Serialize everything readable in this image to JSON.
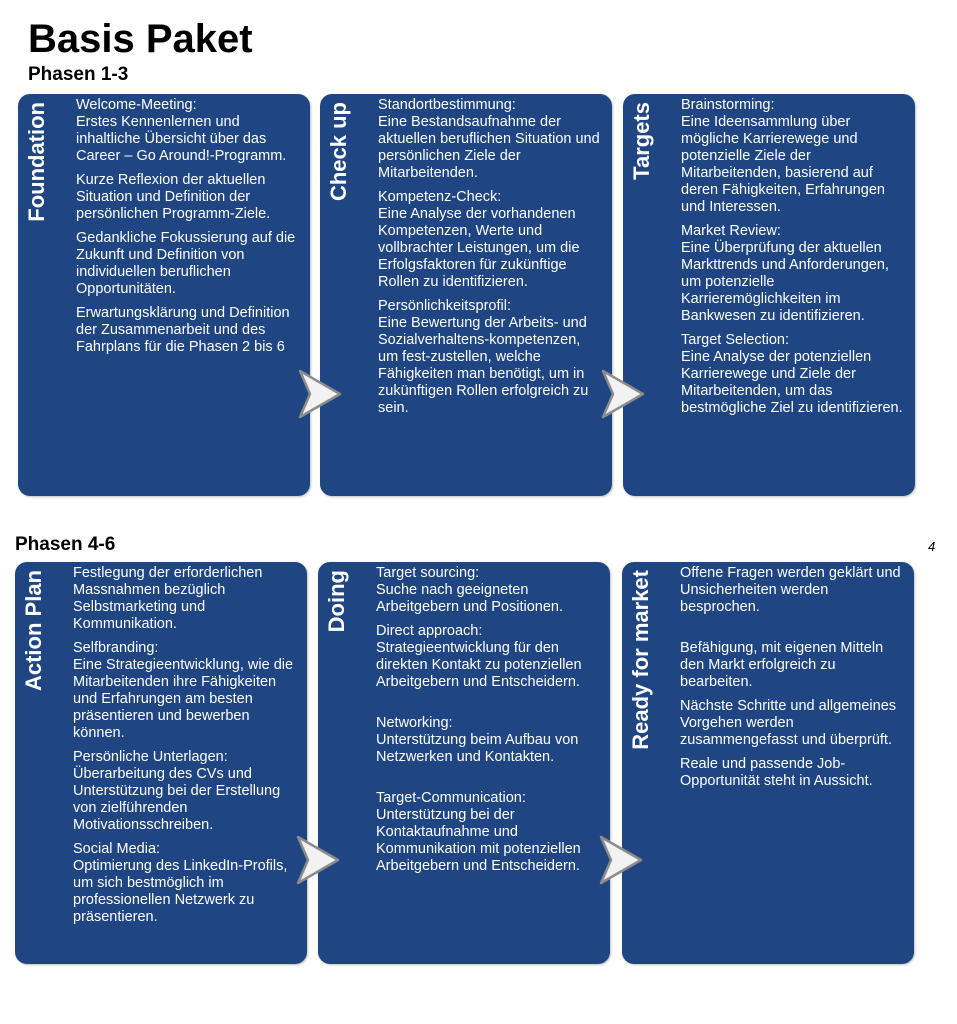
{
  "header": {
    "title": "Basis Paket",
    "group1": "Phasen 1-3",
    "group2": "Phasen 4-6",
    "page_number": "4"
  },
  "phases": [
    {
      "label": "Foundation",
      "paragraphs": [
        "Welcome-Meeting:\nErstes Kennenlernen und inhaltliche Übersicht über das Career – Go Around!-Programm.",
        "Kurze Reflexion der aktuellen Situation und Definition der persönlichen Programm-Ziele.",
        "Gedankliche Fokussierung auf die Zukunft und Definition von individuellen beruflichen Opportunitäten.",
        "Erwartungsklärung und Definition der Zusammenarbeit und des Fahrplans für die Phasen 2 bis 6"
      ]
    },
    {
      "label": "Check up",
      "paragraphs": [
        "Standortbestimmung:\nEine Bestandsaufnahme der aktuellen beruflichen Situation und persönlichen Ziele der Mitarbeitenden.",
        "Kompetenz-Check:\nEine Analyse der vorhandenen Kompetenzen, Werte und vollbrachter Leistungen, um die Erfolgsfaktoren für zukünftige Rollen zu identifizieren.",
        "Persönlichkeitsprofil:\nEine Bewertung der Arbeits- und Sozialverhaltens-kompetenzen, um fest-zustellen, welche Fähigkeiten man benötigt, um in zukünftigen Rollen erfolgreich zu sein."
      ]
    },
    {
      "label": "Targets",
      "paragraphs": [
        "Brainstorming:\nEine Ideensammlung über mögliche Karrierewege und potenzielle Ziele der Mitarbeitenden, basierend auf deren Fähigkeiten, Erfahrungen und Interessen.",
        "Market Review:\nEine Überprüfung der aktuellen Markttrends und Anforderungen, um potenzielle Karrieremöglichkeiten im Bankwesen zu identifizieren.",
        "Target Selection:\nEine Analyse der potenziellen Karrierewege und Ziele der Mitarbeitenden, um das bestmögliche Ziel zu identifizieren."
      ]
    },
    {
      "label": "Action Plan",
      "paragraphs": [
        "Festlegung der erforderlichen Massnahmen bezüglich Selbstmarketing und Kommunikation.",
        "Selfbranding:\nEine Strategieentwicklung, wie die Mitarbeitenden ihre Fähigkeiten und Erfahrungen am besten präsentieren und bewerben können.",
        "Persönliche Unterlagen:\nÜberarbeitung des CVs und Unterstützung bei der Erstellung von zielführenden Motivationsschreiben.",
        "Social Media:\nOptimierung des LinkedIn-Profils, um sich bestmöglich im professionellen Netzwerk zu präsentieren."
      ]
    },
    {
      "label": "Doing",
      "paragraphs": [
        "Target sourcing:\nSuche nach geeigneten Arbeitgebern und Positionen.",
        "Direct approach:\nStrategieentwicklung für den direkten Kontakt zu potenziellen Arbeitgebern und Entscheidern.",
        "Networking:\nUnterstützung beim Aufbau von Netzwerken und Kontakten.",
        "Target-Communication:\nUnterstützung bei der Kontaktaufnahme und Kommunikation mit potenziellen Arbeitgebern und Entscheidern."
      ]
    },
    {
      "label": "Ready for market",
      "paragraphs": [
        "Offene Fragen werden geklärt und Unsicherheiten werden besprochen.",
        "Befähigung, mit eigenen Mitteln den Markt erfolgreich zu bearbeiten.",
        "Nächste Schritte und allgemeines Vorgehen werden zusammengefasst und überprüft.",
        "Reale und passende Job-Opportunität steht in Aussicht."
      ]
    }
  ],
  "colors": {
    "card": "#1f4682",
    "arrow_fill": "#f2f2f2",
    "arrow_stroke": "#8c8c8c"
  }
}
